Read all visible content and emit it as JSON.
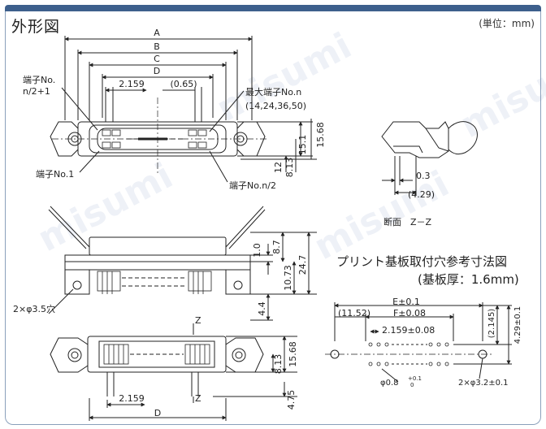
{
  "header": {
    "title": "外形図",
    "unit": "(単位：mm)"
  },
  "watermark": "misumi",
  "front_view": {
    "dims": {
      "a": "A",
      "b": "B",
      "c": "C",
      "d": "D",
      "pitch": "2.159",
      "offset": "(0.65)",
      "h1": "15.1",
      "h2": "15.68",
      "h3": "12",
      "h4": "8.13"
    },
    "callouts": {
      "pin_half_next_1": "端子No.",
      "pin_half_next_2": "n/2+1",
      "pin_max_1": "最大端子No.n",
      "pin_max_2": "(14,24,36,50)",
      "pin_1": "端子No.1",
      "pin_half": "端子No.n/2"
    }
  },
  "section_view": {
    "dims": {
      "t": "0.3",
      "w": "(4.29)"
    },
    "caption": "断面　Z－Z"
  },
  "side_view": {
    "dims": {
      "v1": "1.0",
      "v2": "8.7",
      "v3": "10.73",
      "v4": "24.7",
      "v5": "4.4"
    },
    "hole_label": "2×φ3.5穴"
  },
  "bottom_view": {
    "dims": {
      "h1": "15.68",
      "h2": "8.13",
      "h3": "4.75",
      "pitch": "2.159",
      "d": "D",
      "z_top": "Z",
      "z_bottom": "Z"
    }
  },
  "pcb_view": {
    "title": "プリント基板取付穴参考寸法図",
    "subtitle": "(基板厚：1.6mm)",
    "dims": {
      "e": "E±0.1",
      "f": "F±0.08",
      "offset": "(11.52)",
      "pitch": "2.159±0.08",
      "v1": "(2.145)",
      "v2": "4.29±0.1"
    },
    "pin_hole": "φ0.8",
    "pin_hole_tol_upper": "+0.1",
    "pin_hole_tol_lower": "0",
    "mount_hole": "2×φ3.2±0.1"
  }
}
